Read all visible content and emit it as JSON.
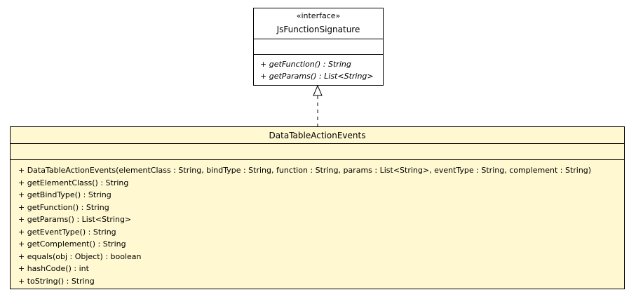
{
  "interface": {
    "stereotype": "«interface»",
    "name": "JsFunctionSignature",
    "operations": [
      "+ getFunction() : String",
      "+ getParams() : List<String>"
    ]
  },
  "class": {
    "name": "DataTableActionEvents",
    "operations": [
      "+ DataTableActionEvents(elementClass : String, bindType : String, function : String, params : List<String>, eventType : String, complement : String)",
      "+ getElementClass() : String",
      "+ getBindType() : String",
      "+ getFunction() : String",
      "+ getParams() : List<String>",
      "+ getEventType() : String",
      "+ getComplement() : String",
      "+ equals(obj : Object) : boolean",
      "+ hashCode() : int",
      "+ toString() : String"
    ]
  },
  "colors": {
    "class_fill": "#fff8d1",
    "interface_fill": "#ffffff",
    "line": "#000000"
  }
}
